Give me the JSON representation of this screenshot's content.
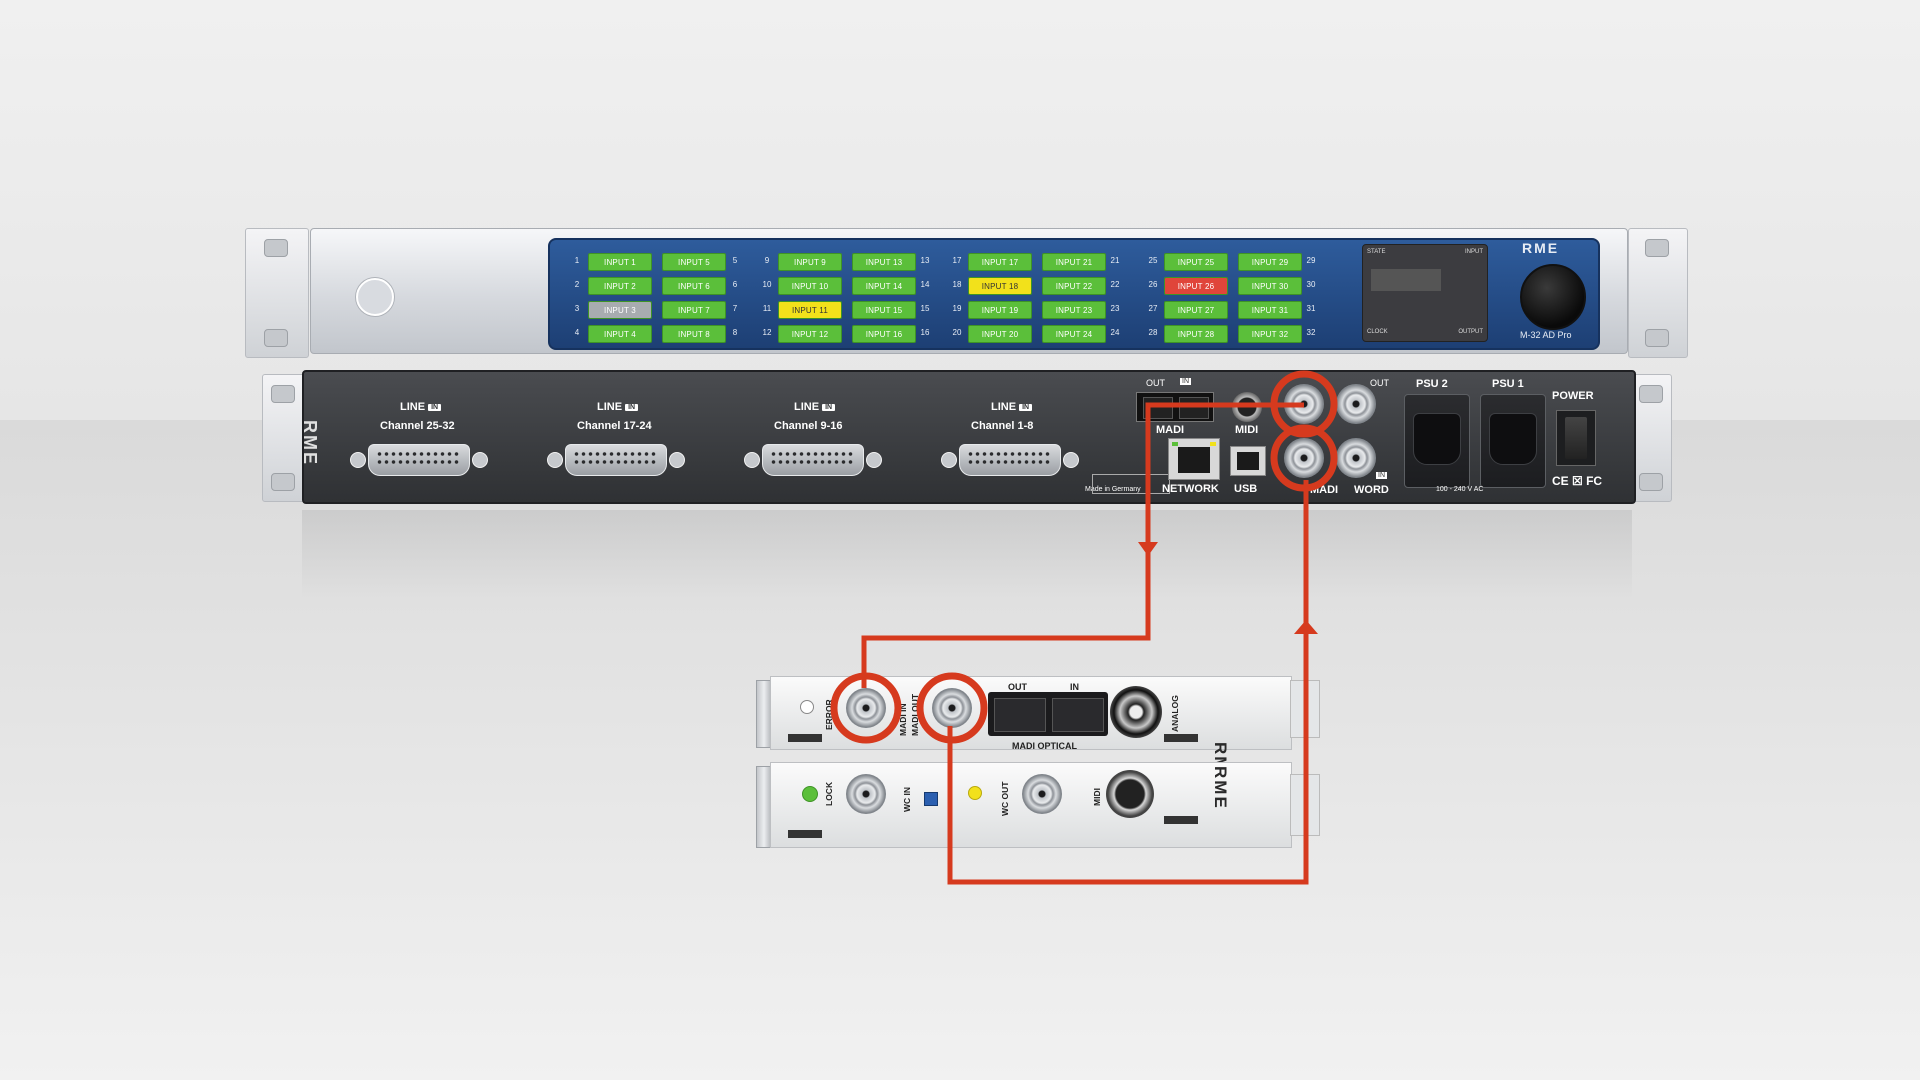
{
  "brand": "RME",
  "front_panel": {
    "model_label": "M-32 AD Pro",
    "channels": [
      {
        "num": "1",
        "label": "INPUT 1",
        "state": "green"
      },
      {
        "num": "2",
        "label": "INPUT 2",
        "state": "green"
      },
      {
        "num": "3",
        "label": "INPUT 3",
        "state": "gray"
      },
      {
        "num": "4",
        "label": "INPUT 4",
        "state": "green"
      },
      {
        "num": "5",
        "label": "INPUT 5",
        "state": "green"
      },
      {
        "num": "6",
        "label": "INPUT 6",
        "state": "green"
      },
      {
        "num": "7",
        "label": "INPUT 7",
        "state": "green"
      },
      {
        "num": "8",
        "label": "INPUT 8",
        "state": "green"
      },
      {
        "num": "9",
        "label": "INPUT 9",
        "state": "green"
      },
      {
        "num": "10",
        "label": "INPUT 10",
        "state": "green"
      },
      {
        "num": "11",
        "label": "INPUT 11",
        "state": "yellow"
      },
      {
        "num": "12",
        "label": "INPUT 12",
        "state": "green"
      },
      {
        "num": "13",
        "label": "INPUT 13",
        "state": "green"
      },
      {
        "num": "14",
        "label": "INPUT 14",
        "state": "green"
      },
      {
        "num": "15",
        "label": "INPUT 15",
        "state": "green"
      },
      {
        "num": "16",
        "label": "INPUT 16",
        "state": "green"
      },
      {
        "num": "17",
        "label": "INPUT 17",
        "state": "green"
      },
      {
        "num": "18",
        "label": "INPUT 18",
        "state": "yellow"
      },
      {
        "num": "19",
        "label": "INPUT 19",
        "state": "green"
      },
      {
        "num": "20",
        "label": "INPUT 20",
        "state": "green"
      },
      {
        "num": "21",
        "label": "INPUT 21",
        "state": "green"
      },
      {
        "num": "22",
        "label": "INPUT 22",
        "state": "green"
      },
      {
        "num": "23",
        "label": "INPUT 23",
        "state": "green"
      },
      {
        "num": "24",
        "label": "INPUT 24",
        "state": "green"
      },
      {
        "num": "25",
        "label": "INPUT 25",
        "state": "green"
      },
      {
        "num": "26",
        "label": "INPUT 26",
        "state": "red"
      },
      {
        "num": "27",
        "label": "INPUT 27",
        "state": "green"
      },
      {
        "num": "28",
        "label": "INPUT 28",
        "state": "green"
      },
      {
        "num": "29",
        "label": "INPUT 29",
        "state": "green"
      },
      {
        "num": "30",
        "label": "INPUT 30",
        "state": "green"
      },
      {
        "num": "31",
        "label": "INPUT 31",
        "state": "green"
      },
      {
        "num": "32",
        "label": "INPUT 32",
        "state": "green"
      }
    ],
    "display": {
      "state": "STATE",
      "input": "INPUT",
      "clock": "CLOCK",
      "output": "OUTPUT"
    }
  },
  "back_panel": {
    "line_label": "LINE",
    "in_badge": "IN",
    "dsubs": [
      "Channel 25-32",
      "Channel 17-24",
      "Channel 9-16",
      "Channel 1-8"
    ],
    "made_in": "Made in Germany",
    "madi_optical": {
      "out": "OUT",
      "in": "IN",
      "label": "MADI"
    },
    "midi": "MIDI",
    "network": "NETWORK",
    "usb": "USB",
    "madi_coax": "MADI",
    "word": {
      "out": "OUT",
      "label": "WORD",
      "in": "IN"
    },
    "psu2": "PSU 2",
    "psu1": "PSU 1",
    "voltage": "100 - 240 V AC",
    "power": "POWER",
    "certs": "CE ☒ FC"
  },
  "card_top": {
    "error": "ERROR",
    "madi_in": "MADI IN",
    "madi_out": "MADI OUT",
    "opt_out": "OUT",
    "opt_in": "IN",
    "madi_optical": "MADI OPTICAL",
    "analog": "ANALOG"
  },
  "card_bottom": {
    "lock": "LOCK",
    "wc_in": "WC IN",
    "wc_out": "WC OUT",
    "midi": "MIDI"
  },
  "colors": {
    "cable": "#d63a1e",
    "green_led": "#5bbf3a",
    "yellow_led": "#f2e11b",
    "red_led": "#e0453a",
    "gray_led": "#a8acb0"
  }
}
